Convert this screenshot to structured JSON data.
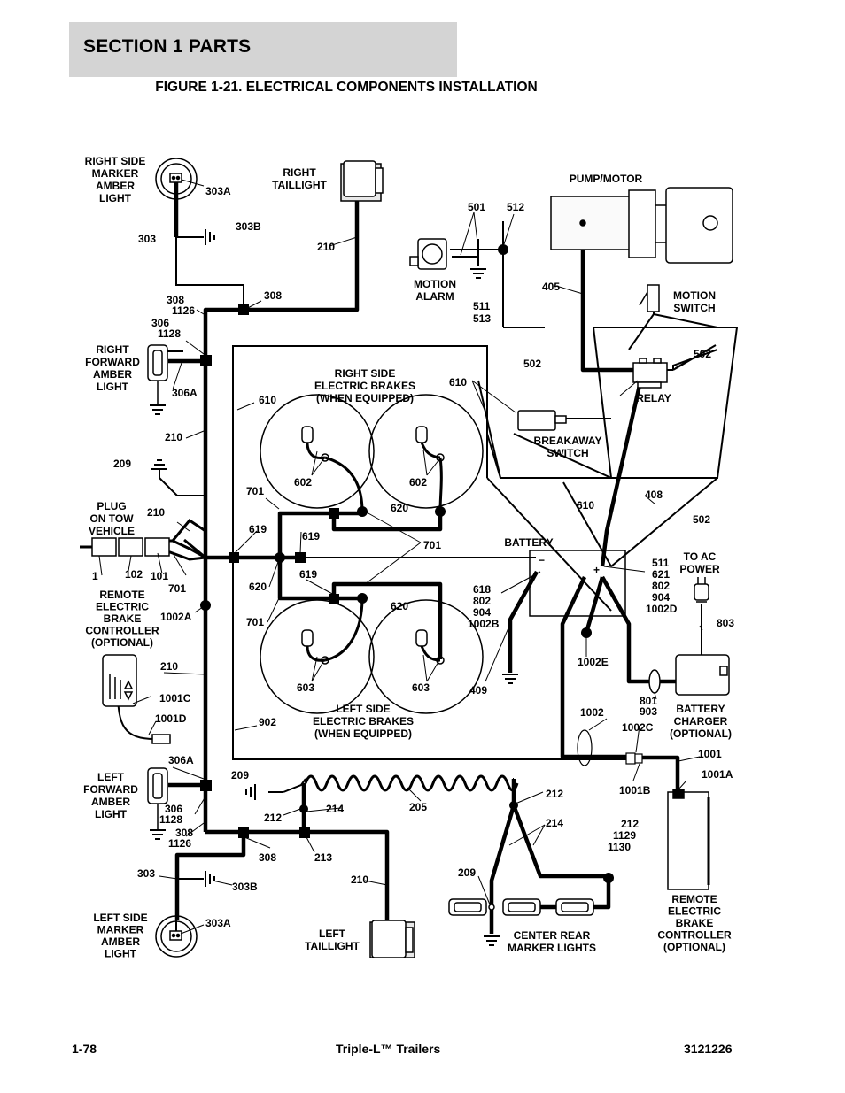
{
  "header": {
    "section": "SECTION 1  PARTS"
  },
  "figure": {
    "title": "FIGURE 1-21. ELECTRICAL COMPONENTS INSTALLATION"
  },
  "footer": {
    "page": "1-78",
    "product": "Triple-L™ Trailers",
    "doc_number": "3121226"
  },
  "components": {
    "right_side_marker": [
      "RIGHT SIDE",
      "MARKER",
      "AMBER",
      "LIGHT"
    ],
    "right_taillight": [
      "RIGHT",
      "TAILLIGHT"
    ],
    "pump_motor": "PUMP/MOTOR",
    "motion_alarm": [
      "MOTION",
      "ALARM"
    ],
    "motion_switch": [
      "MOTION",
      "SWITCH"
    ],
    "right_forward_amber": [
      "RIGHT",
      "FORWARD",
      "AMBER",
      "LIGHT"
    ],
    "right_side_brakes": [
      "RIGHT SIDE",
      "ELECTRIC BRAKES",
      "(WHEN EQUIPPED)"
    ],
    "relay": "RELAY",
    "breakaway_switch": [
      "BREAKAWAY",
      "SWITCH"
    ],
    "plug": [
      "PLUG",
      "ON TOW",
      "VEHICLE"
    ],
    "battery": "BATTERY",
    "to_ac_power": [
      "TO AC",
      "POWER"
    ],
    "remote_controller_left": [
      "REMOTE",
      "ELECTRIC",
      "BRAKE",
      "CONTROLLER",
      "(OPTIONAL)"
    ],
    "left_side_brakes": [
      "LEFT SIDE",
      "ELECTRIC BRAKES",
      "(WHEN EQUIPPED)"
    ],
    "battery_charger": [
      "BATTERY",
      "CHARGER",
      "(OPTIONAL)"
    ],
    "left_forward_amber": [
      "LEFT",
      "FORWARD",
      "AMBER",
      "LIGHT"
    ],
    "left_side_marker": [
      "LEFT SIDE",
      "MARKER",
      "AMBER",
      "LIGHT"
    ],
    "left_taillight": [
      "LEFT",
      "TAILLIGHT"
    ],
    "center_rear": [
      "CENTER REAR",
      "MARKER LIGHTS"
    ],
    "remote_controller_right": [
      "REMOTE",
      "ELECTRIC",
      "BRAKE",
      "CONTROLLER",
      "(OPTIONAL)"
    ],
    "battery_minus": "−",
    "battery_plus": "+"
  },
  "wire_labels": {
    "w303A_top": "303A",
    "w303_top": "303",
    "w303B_top": "303B",
    "w210_rt": "210",
    "w308_top_a": "308",
    "w1126_top": "1126",
    "w308_top_b": "308",
    "w306_top": "306",
    "w1128_top": "1128",
    "w306A_top": "306A",
    "w501": "501",
    "w512": "512",
    "w511_513": [
      "511",
      "513"
    ],
    "w405": "405",
    "w502_a": "502",
    "w502_b": "502",
    "w502_c": "502",
    "w610_a": "610",
    "w610_b": "610",
    "w610_c": "610",
    "w210_mid": "210",
    "w209_top": "209",
    "w210_plug": "210",
    "w602_a": "602",
    "w602_b": "602",
    "w701_a": "701",
    "w620_a": "620",
    "w619_a": "619",
    "w619_b": "619",
    "w701_b": "701",
    "w408": "408",
    "w1": "1",
    "w102": "102",
    "w101": "101",
    "w701_c": "701",
    "w620_b": "620",
    "w619_c": "619",
    "w620_c": "620",
    "w701_d": "701",
    "w1002A": "1002A",
    "w_batt_left": [
      "618",
      "802",
      "904",
      "1002B"
    ],
    "w_batt_right": [
      "511",
      "621",
      "802",
      "904",
      "1002D"
    ],
    "w603_a": "603",
    "w603_b": "603",
    "w409": "409",
    "w1002E": "1002E",
    "w803": "803",
    "w210_low": "210",
    "w1001C": "1001C",
    "w1001D": "1001D",
    "w902": "902",
    "w1002": "1002",
    "w801_903": [
      "801",
      "903"
    ],
    "w1002C": "1002C",
    "w1001": "1001",
    "w1001A": "1001A",
    "w1001B": "1001B",
    "w306A_low": "306A",
    "w209_low": "209",
    "w306_low": "306",
    "w1128_low": "1128",
    "w308_low_a": "308",
    "w1126_low": "1126",
    "w212_a": "212",
    "w214_a": "214",
    "w205": "205",
    "w212_b": "212",
    "w214_b": "214",
    "w212_1129_1130": [
      "212",
      "1129",
      "1130"
    ],
    "w308_low_b": "308",
    "w213": "213",
    "w303_low": "303",
    "w303B_low": "303B",
    "w210_lt": "210",
    "w209_rear": "209",
    "w303A_low": "303A"
  }
}
